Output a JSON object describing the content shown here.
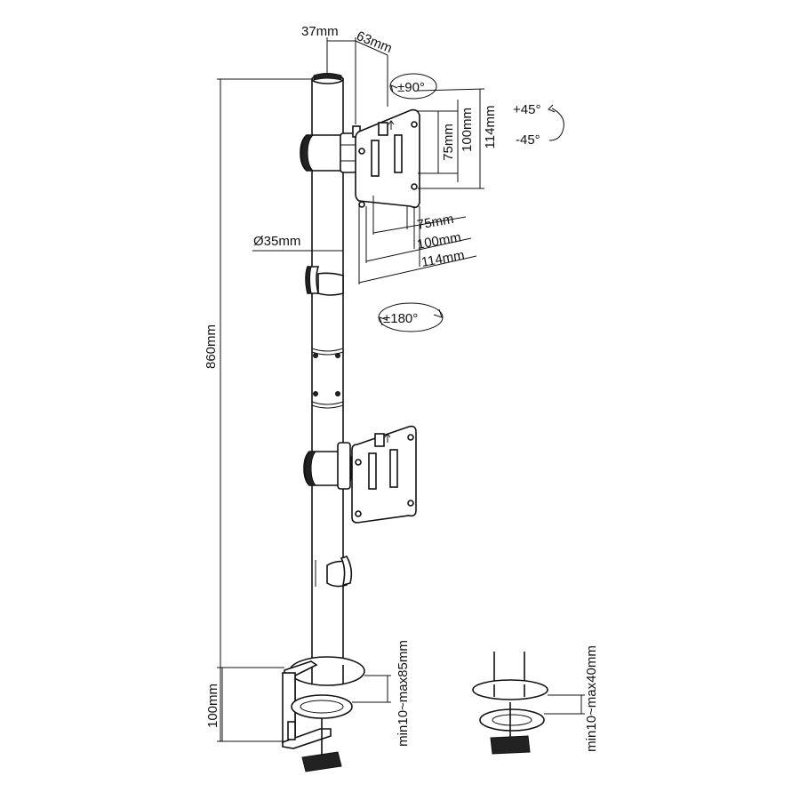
{
  "dimensions": {
    "offset_37": "37mm",
    "offset_63": "63mm",
    "rotate_swivel": "±90°",
    "tilt_plus": "+45°",
    "tilt_minus": "-45°",
    "vesa_v_75": "75mm",
    "vesa_v_100": "100mm",
    "vesa_v_114": "114mm",
    "vesa_h_75": "75mm",
    "vesa_h_100": "100mm",
    "vesa_h_114": "114mm",
    "pole_diameter": "Ø35mm",
    "rotate_pole": "±180°",
    "pole_height": "860mm",
    "clamp_height": "100mm",
    "clamp_range": "min10~max85mm",
    "grommet_range": "min10~max40mm"
  }
}
